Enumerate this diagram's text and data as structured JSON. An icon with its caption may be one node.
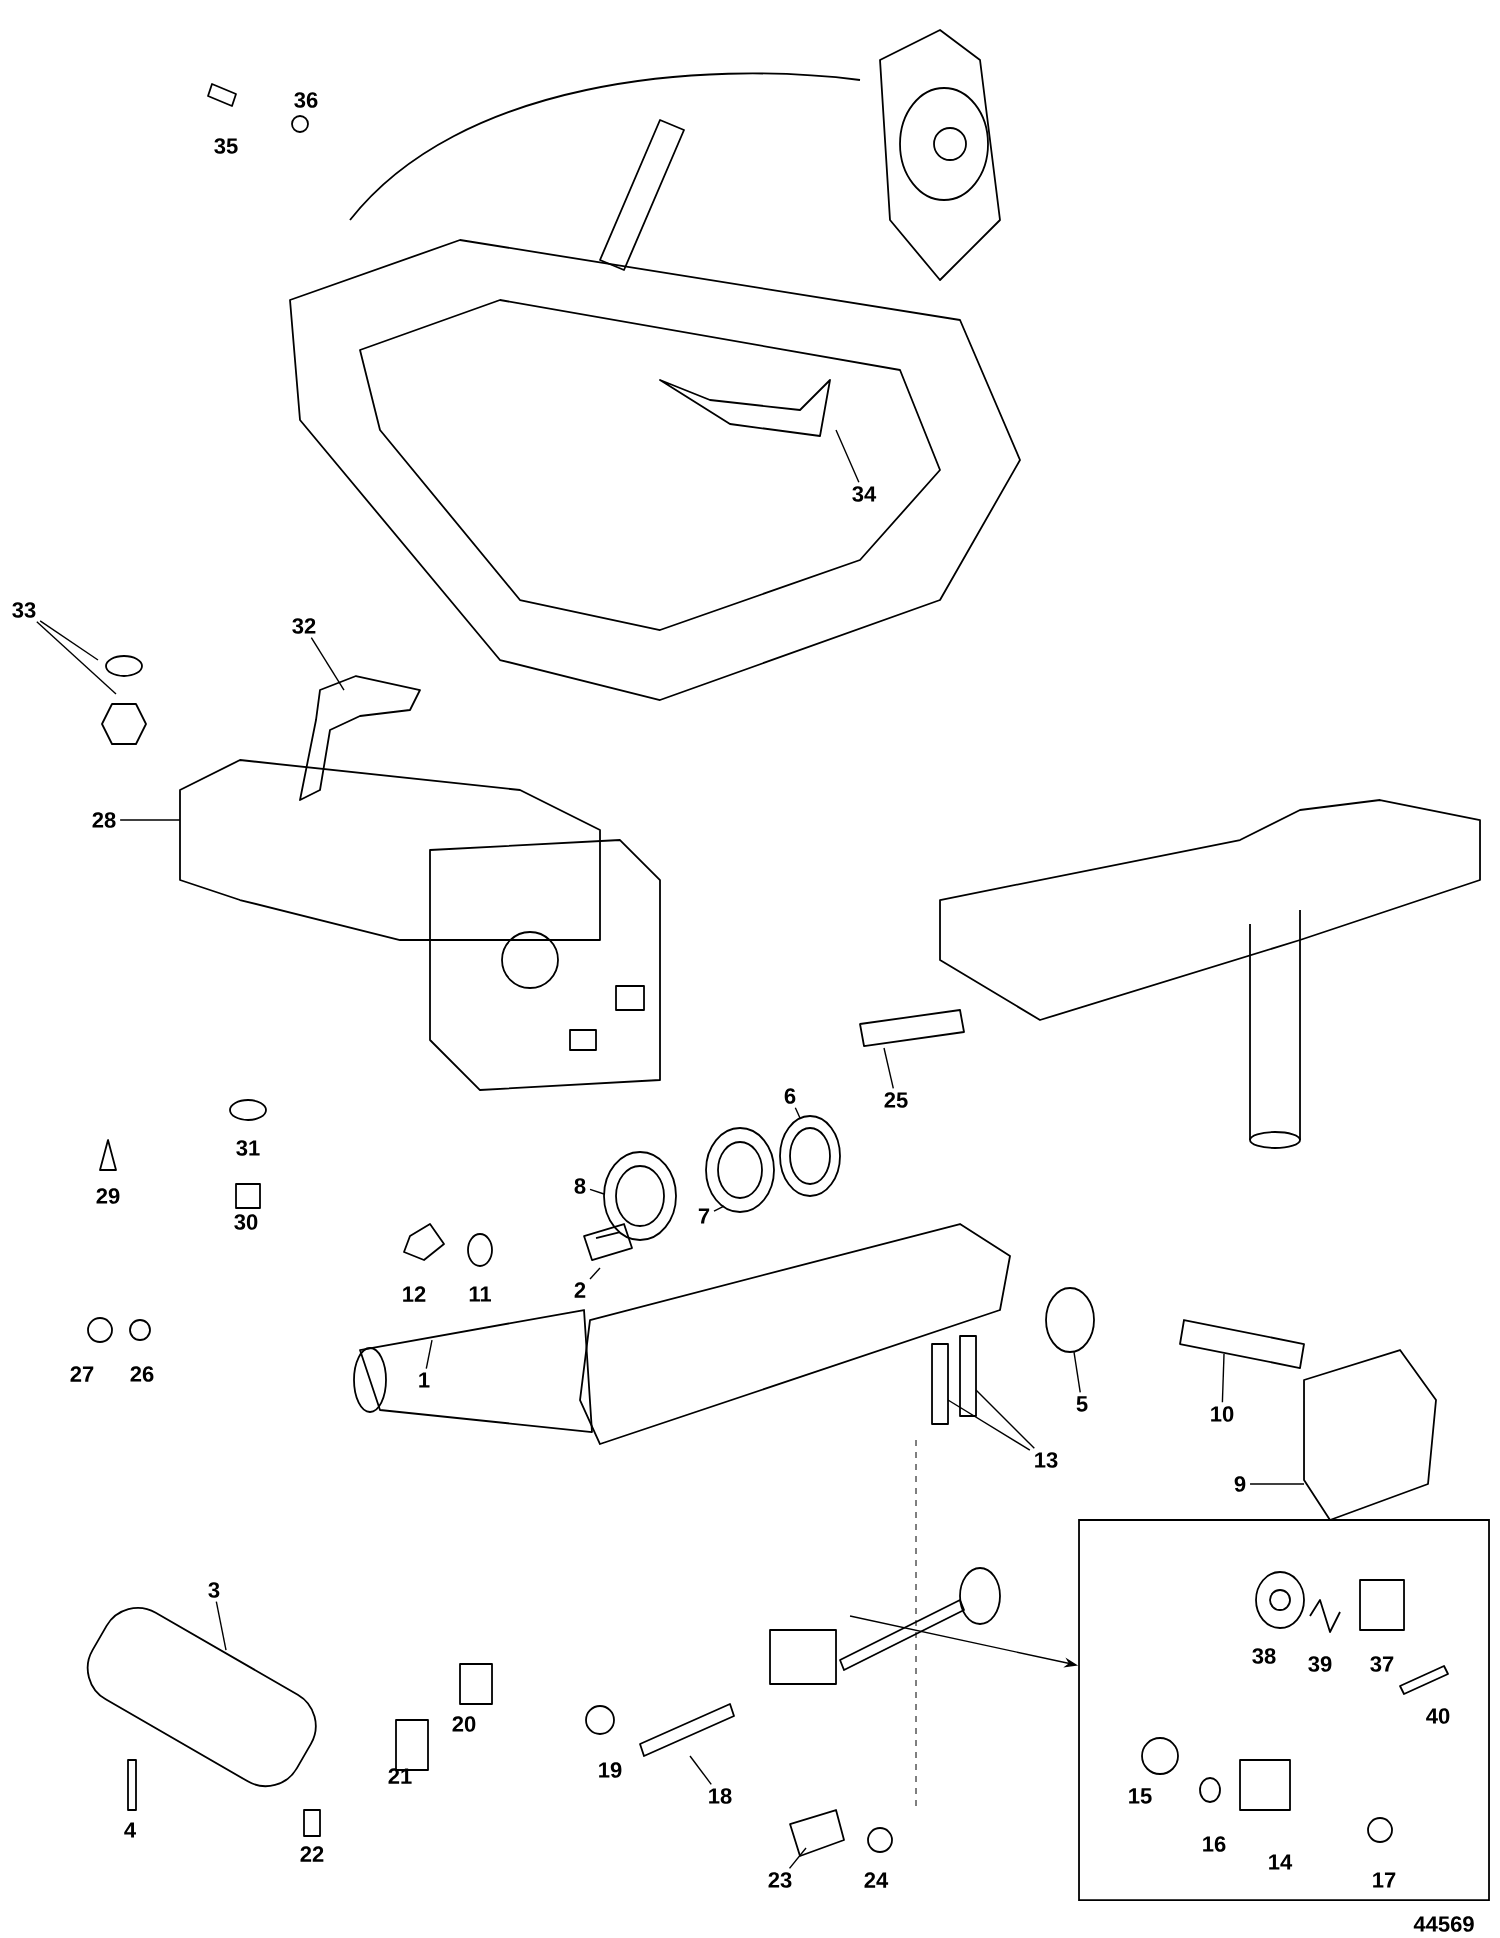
{
  "diagram": {
    "nodes": [
      {
        "text": [],
        "shape": "box"
      },
      {
        "text": [
          "1"
        ]
      },
      {
        "text": [
          "2"
        ]
      },
      {
        "text": [
          "3"
        ]
      },
      {
        "text": [
          "4"
        ]
      },
      {
        "text": [
          "5"
        ]
      },
      {
        "text": [
          "6"
        ]
      },
      {
        "text": [
          "7"
        ]
      },
      {
        "text": [
          "8"
        ]
      },
      {
        "text": [
          "9"
        ]
      },
      {
        "text": [
          "10"
        ]
      },
      {
        "text": [
          "11"
        ]
      },
      {
        "text": [
          "12"
        ]
      },
      {
        "text": [
          "13"
        ]
      },
      {
        "text": [
          "14"
        ],
        "in": 0
      },
      {
        "text": [
          "15"
        ],
        "in": 0
      },
      {
        "text": [
          "16"
        ],
        "in": 0
      },
      {
        "text": [
          "17"
        ],
        "in": 0
      },
      {
        "text": [
          "18"
        ]
      },
      {
        "text": [
          "19"
        ]
      },
      {
        "text": [
          "20"
        ]
      },
      {
        "text": [
          "21"
        ]
      },
      {
        "text": [
          "22"
        ]
      },
      {
        "text": [
          "23"
        ]
      },
      {
        "text": [
          "24"
        ]
      },
      {
        "text": [
          "25"
        ]
      },
      {
        "text": [
          "26"
        ]
      },
      {
        "text": [
          "27"
        ]
      },
      {
        "text": [
          "28"
        ]
      },
      {
        "text": [
          "29"
        ]
      },
      {
        "text": [
          "30"
        ]
      },
      {
        "text": [
          "31"
        ]
      },
      {
        "text": [
          "32"
        ]
      },
      {
        "text": [
          "33"
        ]
      },
      {
        "text": [
          "34"
        ]
      },
      {
        "text": [
          "35"
        ]
      },
      {
        "text": [
          "36"
        ]
      },
      {
        "text": [
          "37"
        ],
        "in": 0
      },
      {
        "text": [
          "38"
        ],
        "in": 0
      },
      {
        "text": [
          "39"
        ],
        "in": 0
      },
      {
        "text": [
          "40"
        ],
        "in": 0
      }
    ],
    "edges": [
      {
        "from": 1,
        "to": null,
        "arrow": "none"
      },
      {
        "from": 2,
        "to": null,
        "arrow": "none"
      },
      {
        "from": 3,
        "to": null,
        "arrow": "none"
      },
      {
        "from": 5,
        "to": null,
        "arrow": "none"
      },
      {
        "from": 6,
        "to": null,
        "arrow": "none"
      },
      {
        "from": 7,
        "to": null,
        "arrow": "none"
      },
      {
        "from": 8,
        "to": null,
        "arrow": "none"
      },
      {
        "from": 9,
        "to": null,
        "arrow": "none"
      },
      {
        "from": 10,
        "to": null,
        "arrow": "none"
      },
      {
        "from": 13,
        "to": null,
        "arrow": "none"
      },
      {
        "from": 13,
        "to": null,
        "arrow": "none"
      },
      {
        "from": 18,
        "to": null,
        "arrow": "none"
      },
      {
        "from": 23,
        "to": null,
        "arrow": "none"
      },
      {
        "from": 25,
        "to": null,
        "arrow": "none"
      },
      {
        "from": 28,
        "to": null,
        "arrow": "none"
      },
      {
        "from": 32,
        "to": null,
        "arrow": "none"
      },
      {
        "from": 33,
        "to": null,
        "arrow": "none"
      },
      {
        "from": 33,
        "to": null,
        "arrow": "none"
      },
      {
        "from": 34,
        "to": null,
        "arrow": "none"
      },
      {
        "from": null,
        "to": 0,
        "arrow": "to"
      }
    ],
    "labels": [
      "44569"
    ]
  }
}
